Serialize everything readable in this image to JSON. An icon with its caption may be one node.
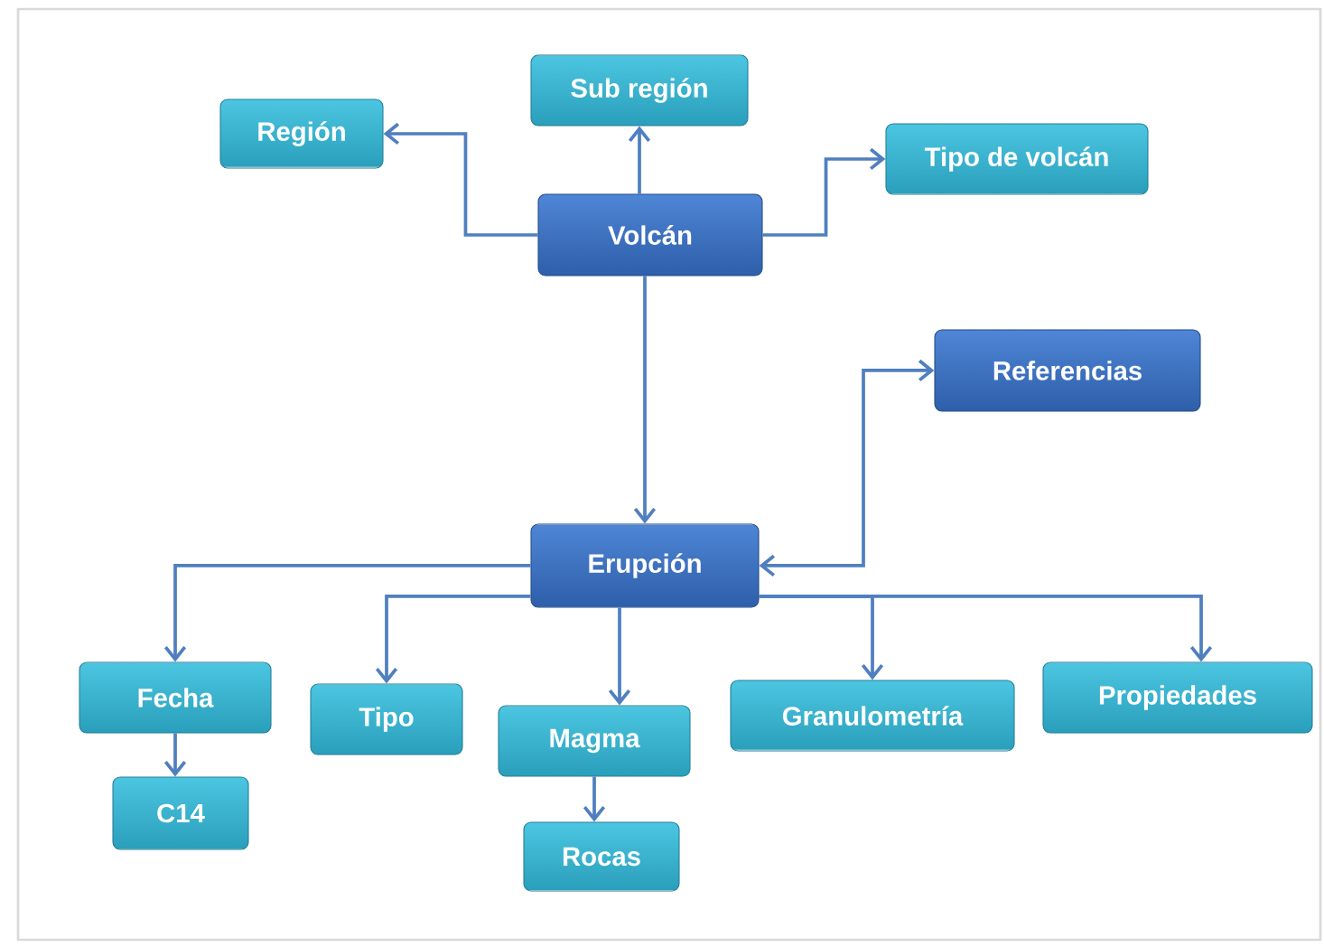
{
  "diagram": {
    "nodes": [
      {
        "text": [
          "Volcán"
        ]
      },
      {
        "text": [
          "Región"
        ]
      },
      {
        "text": [
          "Sub región"
        ]
      },
      {
        "text": [
          "Tipo de volcán"
        ]
      },
      {
        "text": [
          "Referencias"
        ]
      },
      {
        "text": [
          "Erupción"
        ]
      },
      {
        "text": [
          "Fecha"
        ]
      },
      {
        "text": [
          "C14"
        ]
      },
      {
        "text": [
          "Tipo"
        ]
      },
      {
        "text": [
          "Magma"
        ]
      },
      {
        "text": [
          "Rocas"
        ]
      },
      {
        "text": [
          "Granulometría"
        ]
      },
      {
        "text": [
          "Propiedades"
        ]
      }
    ],
    "edges": [
      {
        "from": 0,
        "to": 1,
        "arrow": "to"
      },
      {
        "from": 0,
        "to": 2,
        "arrow": "to"
      },
      {
        "from": 0,
        "to": 3,
        "arrow": "to"
      },
      {
        "from": 0,
        "to": 5,
        "arrow": "to"
      },
      {
        "from": 5,
        "to": 4,
        "arrow": "both"
      },
      {
        "from": 5,
        "to": 6,
        "arrow": "to"
      },
      {
        "from": 5,
        "to": 8,
        "arrow": "to"
      },
      {
        "from": 5,
        "to": 9,
        "arrow": "to"
      },
      {
        "from": 5,
        "to": 11,
        "arrow": "to"
      },
      {
        "from": 5,
        "to": 12,
        "arrow": "to"
      },
      {
        "from": 6,
        "to": 7,
        "arrow": "to"
      },
      {
        "from": 9,
        "to": 10,
        "arrow": "to"
      }
    ]
  }
}
